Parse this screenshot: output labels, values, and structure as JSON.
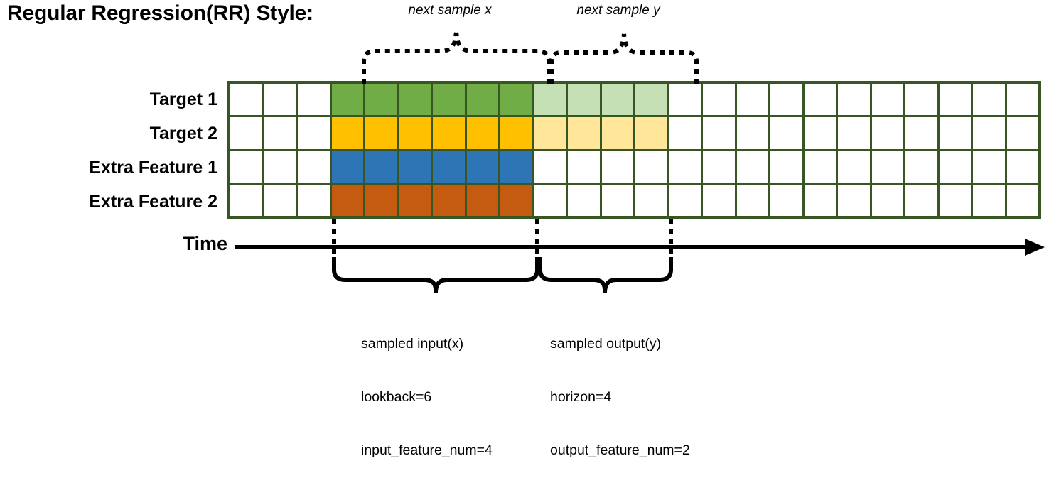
{
  "title": "Regular Regression(RR) Style:",
  "top_notes": {
    "next_x": "next sample x",
    "next_y": "next sample y"
  },
  "rows": [
    {
      "label": "Target 1",
      "key": "target-1"
    },
    {
      "label": "Target 2",
      "key": "target-2"
    },
    {
      "label": "Extra Feature 1",
      "key": "extra-feature-1"
    },
    {
      "label": "Extra Feature 2",
      "key": "extra-feature-2"
    }
  ],
  "time_axis": {
    "label": "Time",
    "direction": "right"
  },
  "captions": {
    "input": {
      "line1": "sampled input(x)",
      "line2": "lookback=6",
      "line3": "input_feature_num=4"
    },
    "output": {
      "line1": "sampled output(y)",
      "line2": "horizon=4",
      "line3": "output_feature_num=2"
    }
  },
  "chart_data": {
    "type": "heatmap",
    "title": "Regular Regression(RR) Style:",
    "columns": 24,
    "rows": 4,
    "row_labels": [
      "Target 1",
      "Target 2",
      "Extra Feature 1",
      "Extra Feature 2"
    ],
    "lookback": 6,
    "horizon": 4,
    "input_feature_num": 4,
    "output_feature_num": 2,
    "input_start_column": 4,
    "input_end_column": 9,
    "output_start_column": 10,
    "output_end_column": 13,
    "xlabel": "Time",
    "ylabel": "",
    "grid": true,
    "legend": "none",
    "cells": [
      [
        "white",
        "white",
        "white",
        "green",
        "green",
        "green",
        "green",
        "green",
        "green",
        "green-light",
        "green-light",
        "green-light",
        "green-light",
        "white",
        "white",
        "white",
        "white",
        "white",
        "white",
        "white",
        "white",
        "white",
        "white",
        "white"
      ],
      [
        "white",
        "white",
        "white",
        "amber",
        "amber",
        "amber",
        "amber",
        "amber",
        "amber",
        "amber-light",
        "amber-light",
        "amber-light",
        "amber-light",
        "white",
        "white",
        "white",
        "white",
        "white",
        "white",
        "white",
        "white",
        "white",
        "white",
        "white"
      ],
      [
        "white",
        "white",
        "white",
        "blue",
        "blue",
        "blue",
        "blue",
        "blue",
        "blue",
        "white",
        "white",
        "white",
        "white",
        "white",
        "white",
        "white",
        "white",
        "white",
        "white",
        "white",
        "white",
        "white",
        "white",
        "white"
      ],
      [
        "white",
        "white",
        "white",
        "orange",
        "orange",
        "orange",
        "orange",
        "orange",
        "orange",
        "white",
        "white",
        "white",
        "white",
        "white",
        "white",
        "white",
        "white",
        "white",
        "white",
        "white",
        "white",
        "white",
        "white",
        "white"
      ]
    ]
  },
  "colors": {
    "grid_border": "#375623",
    "green": "#70AD47",
    "green_light": "#C5E0B4",
    "amber": "#FFC000",
    "amber_light": "#FFE699",
    "blue": "#2E75B6",
    "orange": "#C55A11",
    "annotation": "#000000"
  }
}
